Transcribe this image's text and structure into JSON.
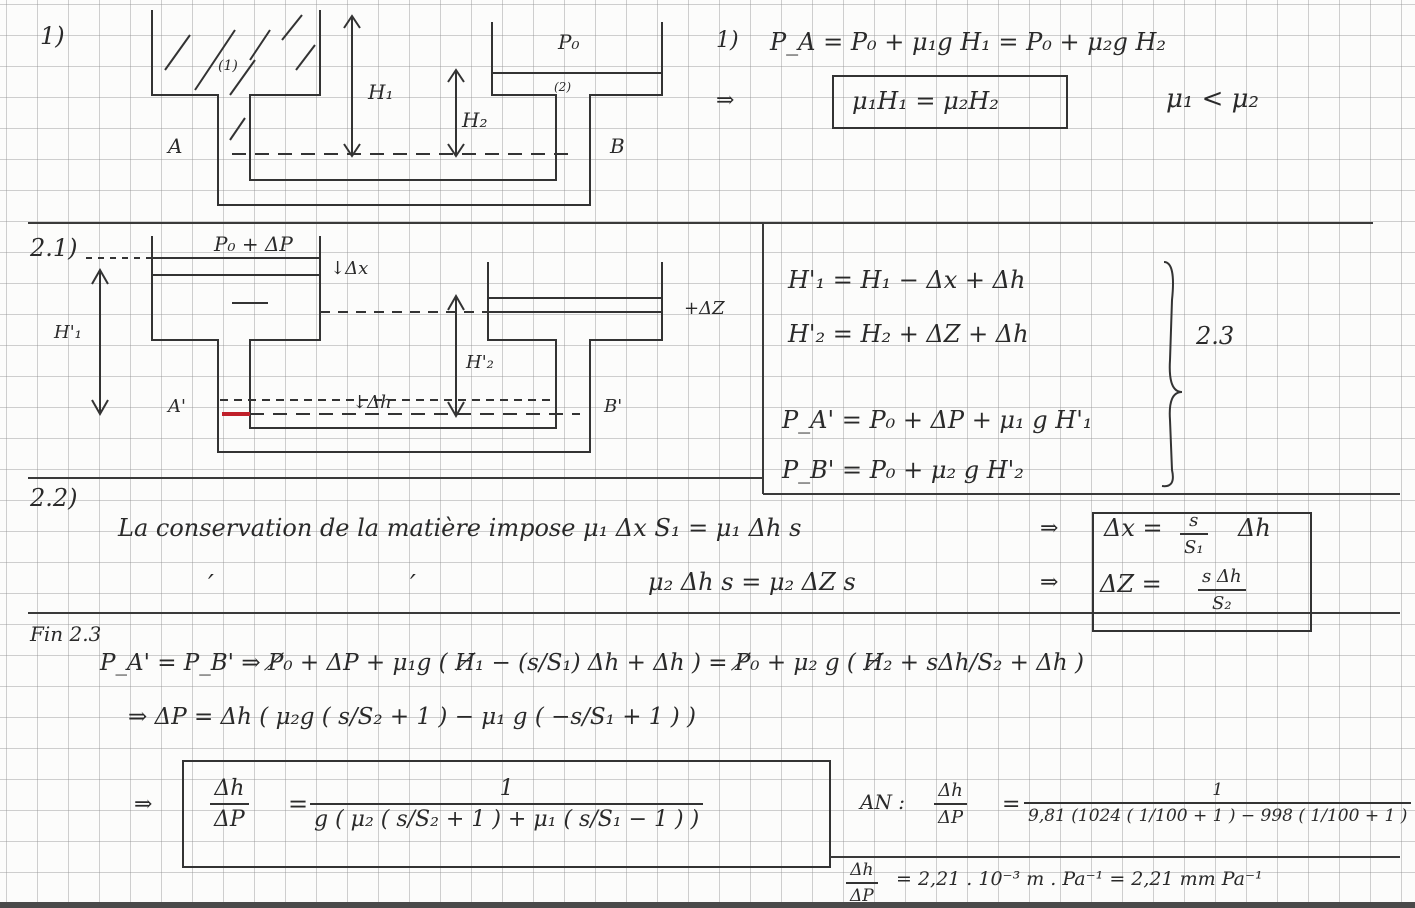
{
  "section1": {
    "label": "1)",
    "diagram": {
      "label_p0": "P₀",
      "label_h1": "H₁",
      "label_h2": "H₂",
      "label_fluid1": "(1)",
      "label_fluid2": "(2)",
      "label_a": "A",
      "label_b": "B"
    },
    "eq_label": "1)",
    "eq1": "P_A = P₀ + μ₁g H₁  = P₀ + μ₂g H₂",
    "arrow": "⇒",
    "boxed": "μ₁H₁ = μ₂H₂",
    "inequality": "μ₁ < μ₂"
  },
  "section21": {
    "label": "2.1)",
    "diagram": {
      "label_top": "P₀ + ΔP",
      "label_dx": "↓Δx",
      "label_dz": "+ΔZ",
      "label_h1p": "H'₁",
      "label_h2p": "H'₂",
      "label_dh": "↓Δh",
      "label_ap": "A'",
      "label_bp": "B'"
    },
    "system": [
      "H'₁ = H₁ − Δx + Δh",
      "H'₂  = H₂ + ΔZ  + Δh",
      "P_A' = P₀ + ΔP + μ₁ g H'₁",
      "P_B' = P₀ + μ₂ g H'₂"
    ],
    "ref": "2.3"
  },
  "section22": {
    "label": "2.2)",
    "line1_text": "La conservation de la matière impose  μ₁ Δx S₁  = μ₁ Δh s",
    "arrow": "⇒",
    "box1": {
      "lhs": "Δx =",
      "num": "s",
      "den": "S₁",
      "tail": "Δh"
    },
    "ditto1": "′",
    "ditto2": "′",
    "line2_text": "μ₂ Δh s  = μ₂ ΔZ s",
    "box2": {
      "lhs": "ΔZ =",
      "num": "s Δh",
      "den": "S₂"
    }
  },
  "section23": {
    "label": "Fin 2.3",
    "line1": "P_A' = P_B'  ⇒  P̸₀ + ΔP + μ₁g ( H̸₁ − (s/S₁) Δh + Δh ) = P̸₀ + μ₂ g ( H̸₂ + sΔh/S₂ + Δh )",
    "line2": "⇒   ΔP =  Δh ( μ₂g ( s/S₂ + 1 ) − μ₁ g ( −s/S₁ + 1 ) )",
    "arrow": "⇒",
    "result": {
      "lhs_num": "Δh",
      "lhs_den": "ΔP",
      "eq": "=",
      "num": "1",
      "den": "g ( μ₂ ( s/S₂ + 1 ) + μ₁ ( s/S₁ − 1 ) )"
    },
    "an": {
      "label": "AN :",
      "lhs_num": "Δh",
      "lhs_den": "ΔP",
      "eq": "=",
      "num": "1",
      "den": "9,81 (1024 ( 1/100 + 1 ) − 998 ( 1/100 + 1 )"
    },
    "final": {
      "lhs_num": "Δh",
      "lhs_den": "ΔP",
      "rhs": "= 2,21 . 10⁻³ m . Pa⁻¹ = 2,21 mm Pa⁻¹"
    }
  }
}
